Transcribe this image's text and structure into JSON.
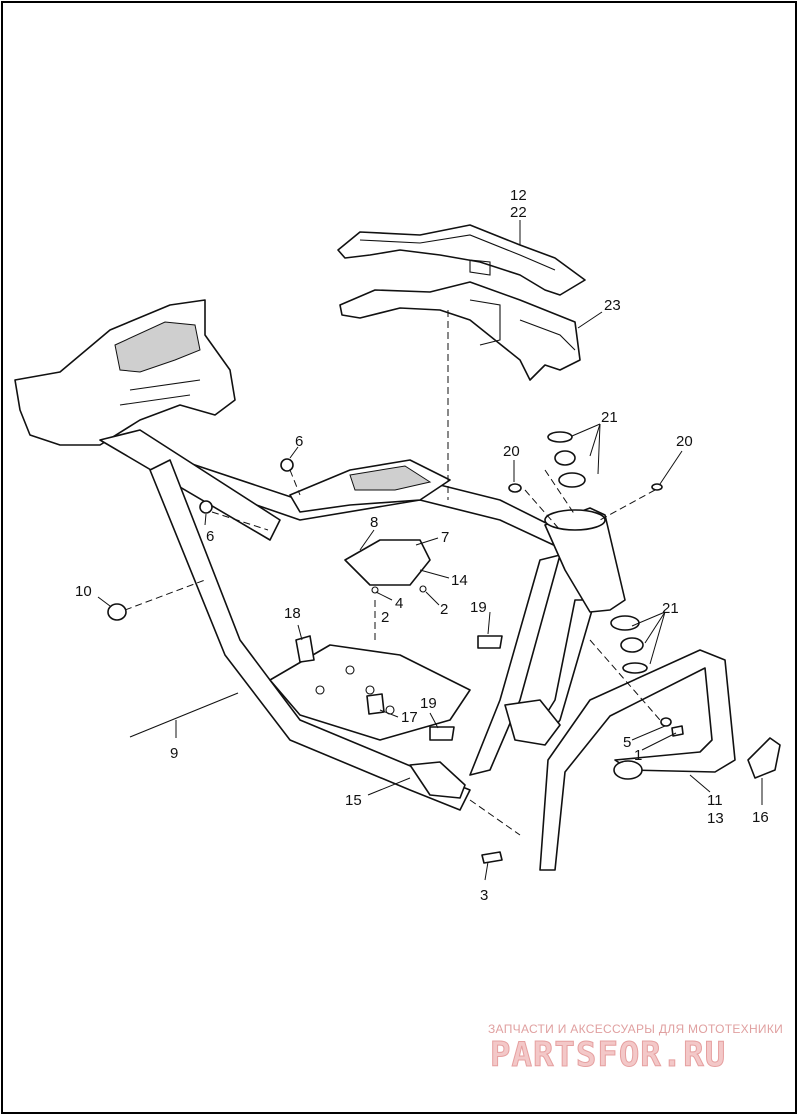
{
  "callouts": [
    {
      "id": "c12",
      "text": "12"
    },
    {
      "id": "c22",
      "text": "22"
    },
    {
      "id": "c23",
      "text": "23"
    },
    {
      "id": "c21a",
      "text": "21"
    },
    {
      "id": "c20a",
      "text": "20"
    },
    {
      "id": "c20b",
      "text": "20"
    },
    {
      "id": "c6a",
      "text": "6"
    },
    {
      "id": "c6b",
      "text": "6"
    },
    {
      "id": "c8",
      "text": "8"
    },
    {
      "id": "c7",
      "text": "7"
    },
    {
      "id": "c10",
      "text": "10"
    },
    {
      "id": "c14",
      "text": "14"
    },
    {
      "id": "c4",
      "text": "4"
    },
    {
      "id": "c2a",
      "text": "2"
    },
    {
      "id": "c2b",
      "text": "2"
    },
    {
      "id": "c19a",
      "text": "19"
    },
    {
      "id": "c21b",
      "text": "21"
    },
    {
      "id": "c18",
      "text": "18"
    },
    {
      "id": "c17",
      "text": "17"
    },
    {
      "id": "c19b",
      "text": "19"
    },
    {
      "id": "c5",
      "text": "5"
    },
    {
      "id": "c1",
      "text": "1"
    },
    {
      "id": "c9",
      "text": "9"
    },
    {
      "id": "c15",
      "text": "15"
    },
    {
      "id": "c11",
      "text": "11"
    },
    {
      "id": "c13",
      "text": "13"
    },
    {
      "id": "c16",
      "text": "16"
    },
    {
      "id": "c3",
      "text": "3"
    }
  ],
  "watermark": {
    "tagline": "ЗАПЧАСТИ И АКСЕССУАРЫ ДЛЯ МОТОТЕХНИКИ",
    "brand": "PARTSFOR.RU"
  }
}
